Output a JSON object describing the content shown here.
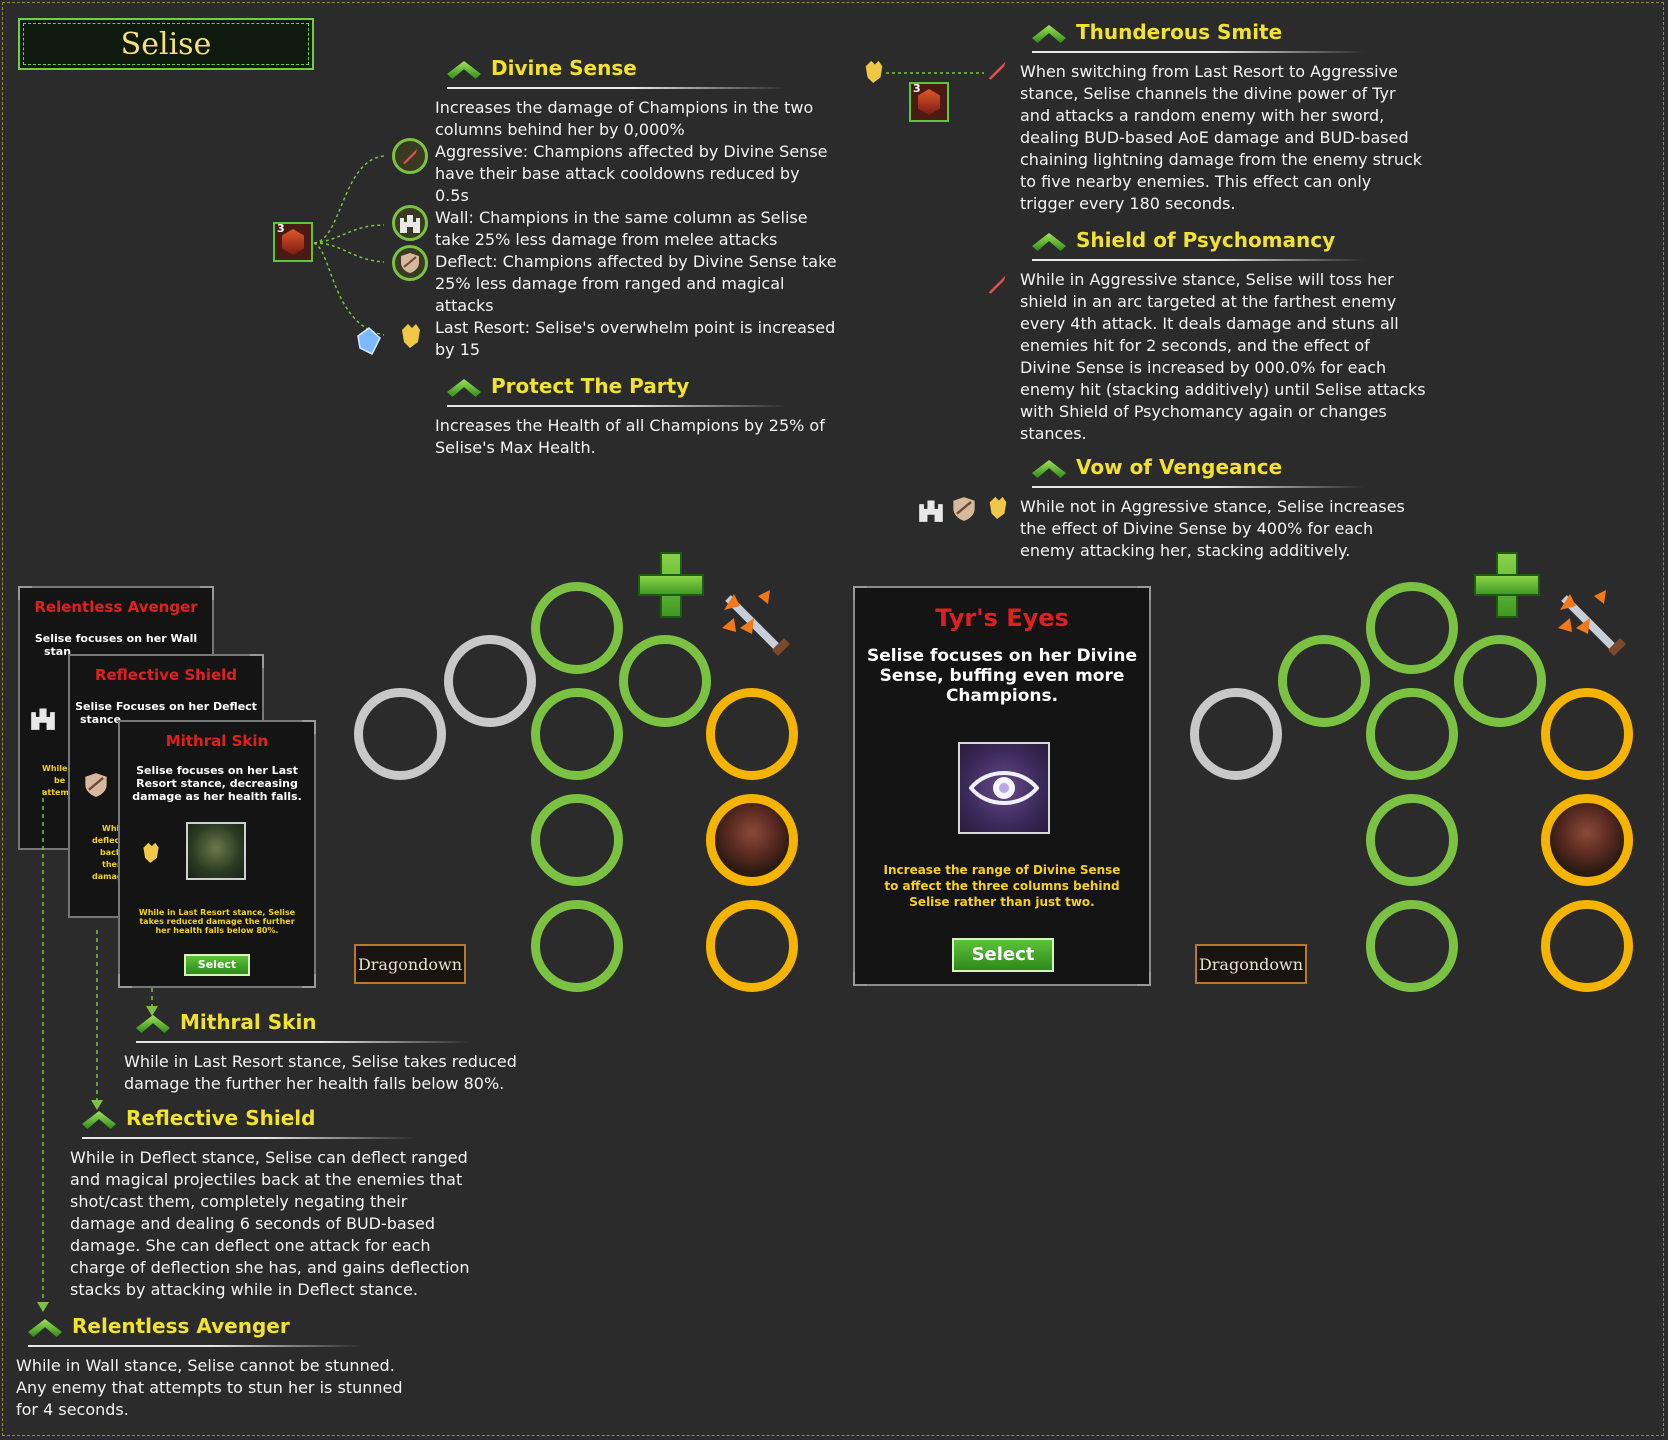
{
  "champion": {
    "name": "Selise"
  },
  "formation": {
    "brand": "Dragondown"
  },
  "colors": {
    "title_yellow": "#f2e130",
    "card_red": "#e02020",
    "green_slot": "#7cc242",
    "yellow_slot": "#f4b400",
    "gray_slot": "#c8c8c8"
  },
  "abilities": {
    "divine_sense": {
      "title": "Divine Sense",
      "lines": [
        "Increases the damage of Champions in the two",
        "columns behind her by 0,000%",
        "Aggressive: Champions affected by Divine Sense",
        "have their base attack cooldowns reduced by",
        "0.5s",
        "Wall: Champions in the same column as Selise",
        "take 25% less damage from melee attacks",
        "Deflect: Champions affected by Divine Sense take",
        "25% less damage from ranged and magical",
        "attacks",
        "Last Resort: Selise's overwhelm point is increased",
        "by 15"
      ],
      "badge": "3"
    },
    "protect_the_party": {
      "title": "Protect The Party",
      "lines": [
        "Increases the Health of all Champions by 25% of",
        "Selise's Max Health."
      ]
    },
    "thunderous_smite": {
      "title": "Thunderous Smite",
      "lines": [
        "When switching from Last Resort to Aggressive",
        "stance, Selise channels the divine power of Tyr",
        "and attacks a random enemy with her sword,",
        "dealing BUD-based AoE damage and BUD-based",
        "chaining lightning damage from the enemy struck",
        "to five nearby enemies. This effect can only",
        "trigger every 180 seconds."
      ],
      "badge": "3"
    },
    "shield_of_psychomancy": {
      "title": "Shield of Psychomancy",
      "lines": [
        "While in Aggressive stance, Selise will toss her",
        "shield in an arc targeted at the farthest enemy",
        "every 4th attack. It deals damage and stuns all",
        "enemies hit for 2 seconds, and the effect of",
        "Divine Sense is increased by 000.0% for each",
        "enemy hit (stacking additively) until Selise attacks",
        "with Shield of Psychomancy again or changes",
        "stances."
      ]
    },
    "vow_of_vengeance": {
      "title": "Vow of Vengeance",
      "lines": [
        "While not in Aggressive stance, Selise increases",
        "the effect of Divine Sense by 400% for each",
        "enemy attacking her, stacking additively."
      ]
    },
    "mithral_skin": {
      "title": "Mithral Skin",
      "lines": [
        "While in Last Resort stance, Selise takes reduced",
        "damage the further her health falls below 80%."
      ]
    },
    "reflective_shield": {
      "title": "Reflective Shield",
      "lines": [
        "While in Deflect stance, Selise can deflect ranged",
        "and magical projectiles back at the enemies that",
        "shot/cast them, completely negating their",
        "damage and dealing 6 seconds of BUD-based",
        "damage. She can deflect one attack for each",
        "charge of deflection she has, and gains deflection",
        "stacks by attacking while in Deflect stance."
      ]
    },
    "relentless_avenger": {
      "title": "Relentless Avenger",
      "lines": [
        "While in Wall stance, Selise cannot be stunned.",
        "Any enemy that attempts to stun her is stunned",
        "for 4 seconds."
      ]
    }
  },
  "spec_cards": {
    "relentless_avenger": {
      "title": "Relentless Avenger",
      "desc": "Selise focuses on her Wall",
      "desc2": "stan",
      "fine": "While",
      "fine2": "be",
      "fine3": "attemp"
    },
    "reflective_shield": {
      "title": "Reflective Shield",
      "desc": "Selise Focuses on her Deflect",
      "desc2": "stance",
      "fine": "Whil",
      "fine2": "deflect",
      "fine3": "back",
      "fine4": "ther",
      "fine5": "damag"
    },
    "mithral_skin": {
      "title": "Mithral Skin",
      "desc": [
        "Selise focuses on her Last",
        "Resort stance, decreasing",
        "damage as her health falls."
      ],
      "effect": [
        "While in Last Resort stance, Selise",
        "takes reduced damage the further",
        "her health falls below 80%."
      ],
      "button": "Select"
    }
  },
  "tyrs_eyes": {
    "title": "Tyr's Eyes",
    "desc": [
      "Selise focuses on her Divine",
      "Sense, buffing even more",
      "Champions."
    ],
    "effect": [
      "Increase the range of Divine Sense",
      "to affect the three columns behind",
      "Selise rather than just two."
    ],
    "button": "Select"
  },
  "icons": [
    "sword-icon",
    "castle-icon",
    "shield-icon",
    "fist-icon",
    "crystal-icon",
    "plus-icon",
    "crossed-swords-icon",
    "eye-icon"
  ]
}
